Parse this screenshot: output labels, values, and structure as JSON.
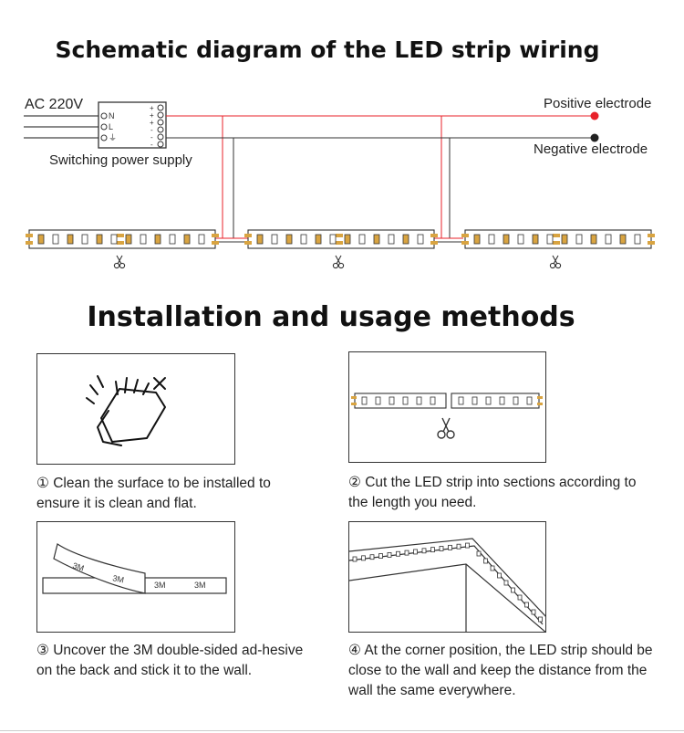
{
  "header": {
    "wiring_title": "Schematic diagram of the LED strip wiring",
    "install_title": "Installation and usage methods"
  },
  "wiring": {
    "ac_label": "AC 220V",
    "psu_label": "Switching power supply",
    "psu_terminals_left": [
      "N",
      "L",
      "⏚"
    ],
    "psu_terminals_right": [
      "+",
      "+",
      "+",
      "-",
      "-",
      "-"
    ],
    "positive_label": "Positive electrode",
    "negative_label": "Negative electrode",
    "colors": {
      "positive": "#e8222a",
      "negative": "#222222",
      "pad": "#d9a441"
    },
    "scissors_icon": "scissors-icon"
  },
  "steps": [
    {
      "text": "① Clean the surface to be installed to ensure it is clean and flat."
    },
    {
      "text": "② Cut the LED strip into sections according to the length you need."
    },
    {
      "text": "③ Uncover the 3M double-sided ad-hesive on the back and stick it to the wall."
    },
    {
      "text": "④ At the corner position, the LED strip should be close to the wall and keep the distance from the wall the same everywhere."
    }
  ],
  "tape_labels": [
    "3M",
    "3M",
    "3M",
    "3M"
  ]
}
